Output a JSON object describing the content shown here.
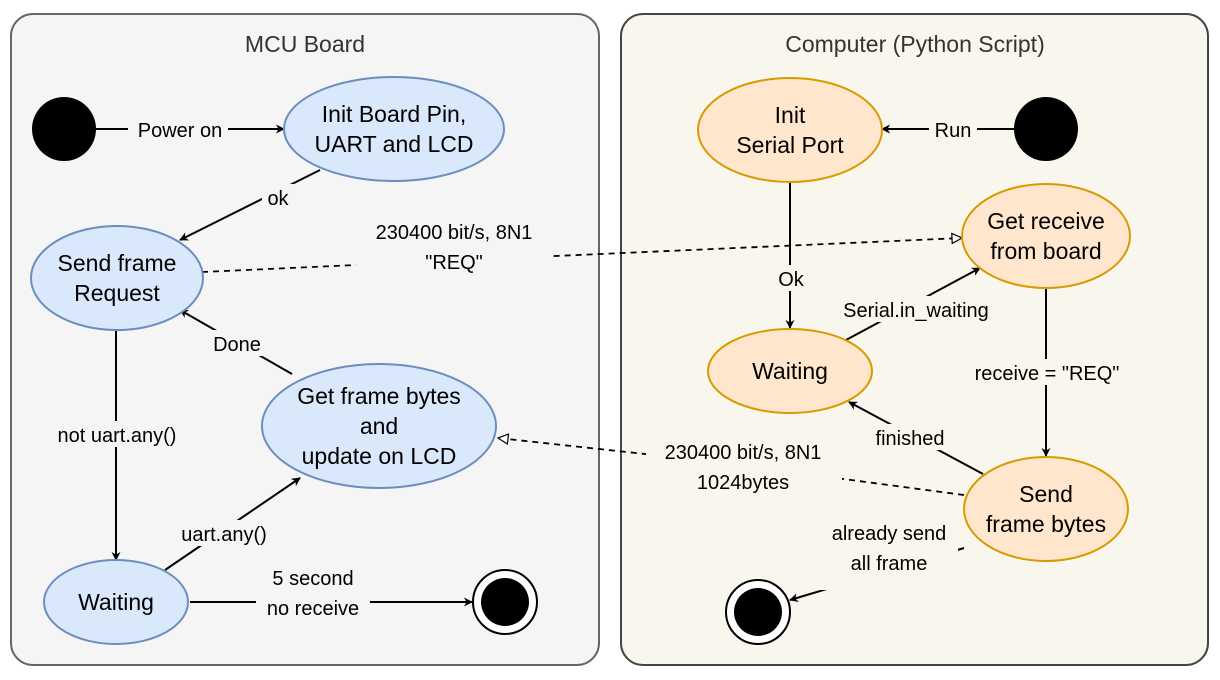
{
  "panes": {
    "mcu": {
      "title": "MCU Board",
      "fill": "#f5f5f5",
      "stroke": "#666666"
    },
    "pc": {
      "title": "Computer (Python Script)",
      "fill": "#f9f7ed",
      "stroke": "#444444"
    }
  },
  "colors": {
    "blue_fill": "#dae8fc",
    "blue_stroke": "#6c8ebf",
    "orange_fill": "#ffe6cc",
    "orange_stroke": "#d79b00",
    "dot": "#000000"
  },
  "states": {
    "init_board": [
      "Init Board Pin,",
      "UART and LCD"
    ],
    "send_request": [
      "Send frame",
      "Request"
    ],
    "get_frame": [
      "Get frame bytes",
      "and",
      "update on LCD"
    ],
    "mcu_waiting": [
      "Waiting"
    ],
    "init_serial": [
      "Init",
      "Serial Port"
    ],
    "get_receive": [
      "Get receive",
      "from board"
    ],
    "pc_waiting": [
      "Waiting"
    ],
    "send_frame": [
      "Send",
      "frame bytes"
    ]
  },
  "edges": {
    "power_on": [
      "Power on"
    ],
    "ok_mcu": [
      "ok"
    ],
    "done": [
      "Done"
    ],
    "not_uart_any": [
      "not uart.any()"
    ],
    "uart_any": [
      "uart.any()"
    ],
    "timeout": [
      "5 second",
      "no receive"
    ],
    "run": [
      "Run"
    ],
    "ok_pc": [
      "Ok"
    ],
    "in_waiting": [
      "Serial.in_waiting"
    ],
    "receive_req": [
      "receive = \"REQ\""
    ],
    "finished": [
      "finished"
    ],
    "already_sent": [
      "already send",
      "all frame"
    ],
    "req_message": [
      "230400 bit/s, 8N1",
      "\"REQ\""
    ],
    "frame_message": [
      "230400 bit/s, 8N1",
      "1024bytes"
    ]
  }
}
